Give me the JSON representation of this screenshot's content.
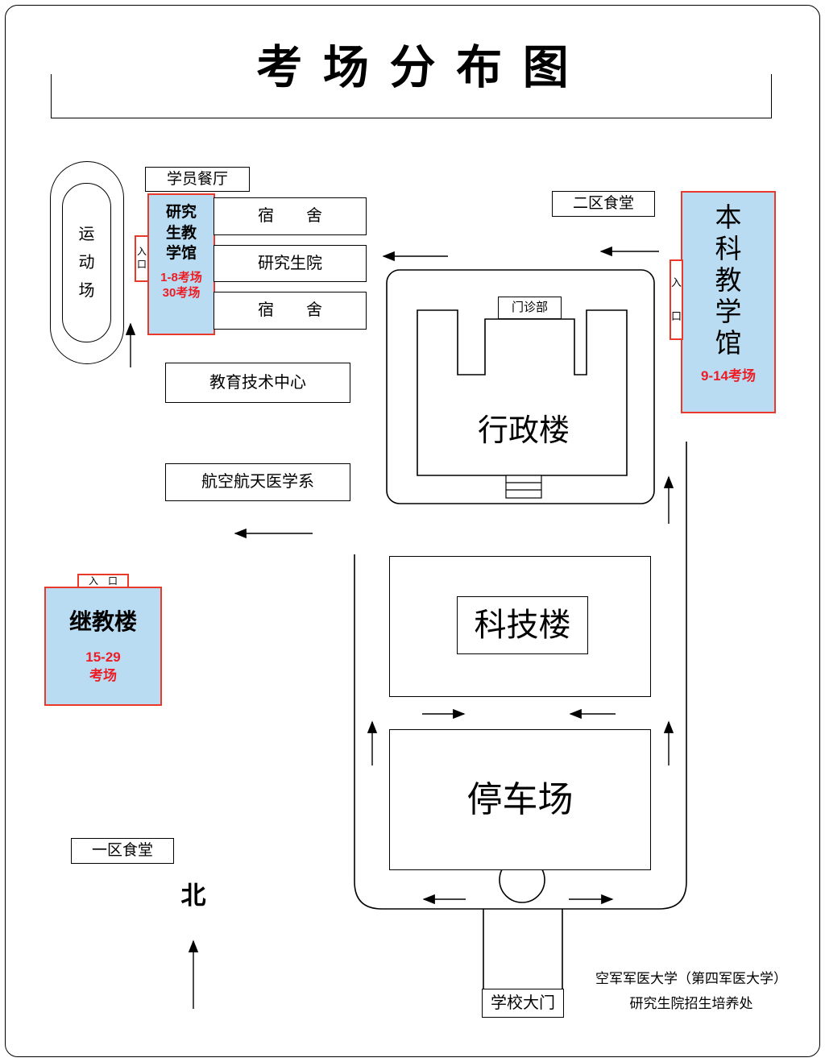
{
  "title": "考场分布图",
  "colors": {
    "exam_fill": "#b9dcf2",
    "exam_border": "#e8392b",
    "exam_text": "#ee1c25"
  },
  "buildings": {
    "xueyuan_canteen": "学员餐厅",
    "sports_field": "运\n动\n场",
    "dorm_top": "宿　　舍",
    "grad_school": "研究生院",
    "dorm_bottom": "宿　　舍",
    "edu_tech": "教育技术中心",
    "aerospace": "航空航天医学系",
    "canteen_2": "二区食堂",
    "clinic": "门诊部",
    "admin_building": "行政楼",
    "scitech_building": "科技楼",
    "parking_lot": "停车场",
    "canteen_1": "一区食堂",
    "school_gate": "学校大门"
  },
  "exam_sites": {
    "grad_teaching": {
      "name": "研究\n生教\n学馆",
      "rooms": "1-8考场\n30考场",
      "entrance": "入\n口"
    },
    "undergrad_teaching": {
      "name": "本\n科\n教\n学\n馆",
      "rooms": "9-14考场",
      "entrance": "入\n口"
    },
    "continuing_edu": {
      "name": "继教楼",
      "rooms": "15-29\n考场",
      "entrance": "入　口"
    }
  },
  "compass": {
    "label": "北"
  },
  "footer": {
    "line1": "空军军医大学（第四军医大学）",
    "line2": "研究生院招生培养处"
  }
}
